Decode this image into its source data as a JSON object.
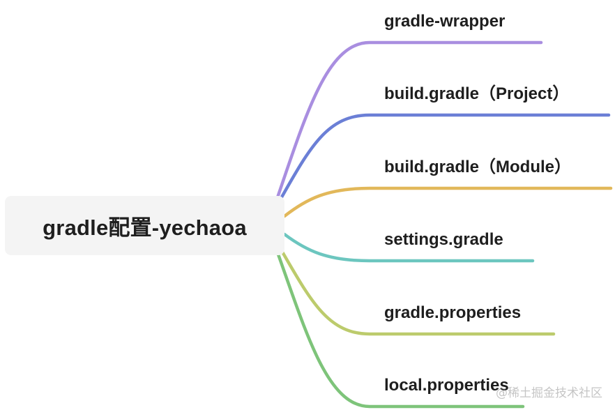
{
  "root": {
    "label": "gradle配置-yechaoa"
  },
  "branches": [
    {
      "label": "gradle-wrapper",
      "color": "#a98ee0"
    },
    {
      "label": "build.gradle（Project）",
      "color": "#6b7fd6"
    },
    {
      "label": "build.gradle（Module）",
      "color": "#e2b85a"
    },
    {
      "label": "settings.gradle",
      "color": "#6cc6bf"
    },
    {
      "label": "gradle.properties",
      "color": "#bccb6c"
    },
    {
      "label": "local.properties",
      "color": "#7ec47a"
    }
  ],
  "watermark": "@稀土掘金技术社区"
}
